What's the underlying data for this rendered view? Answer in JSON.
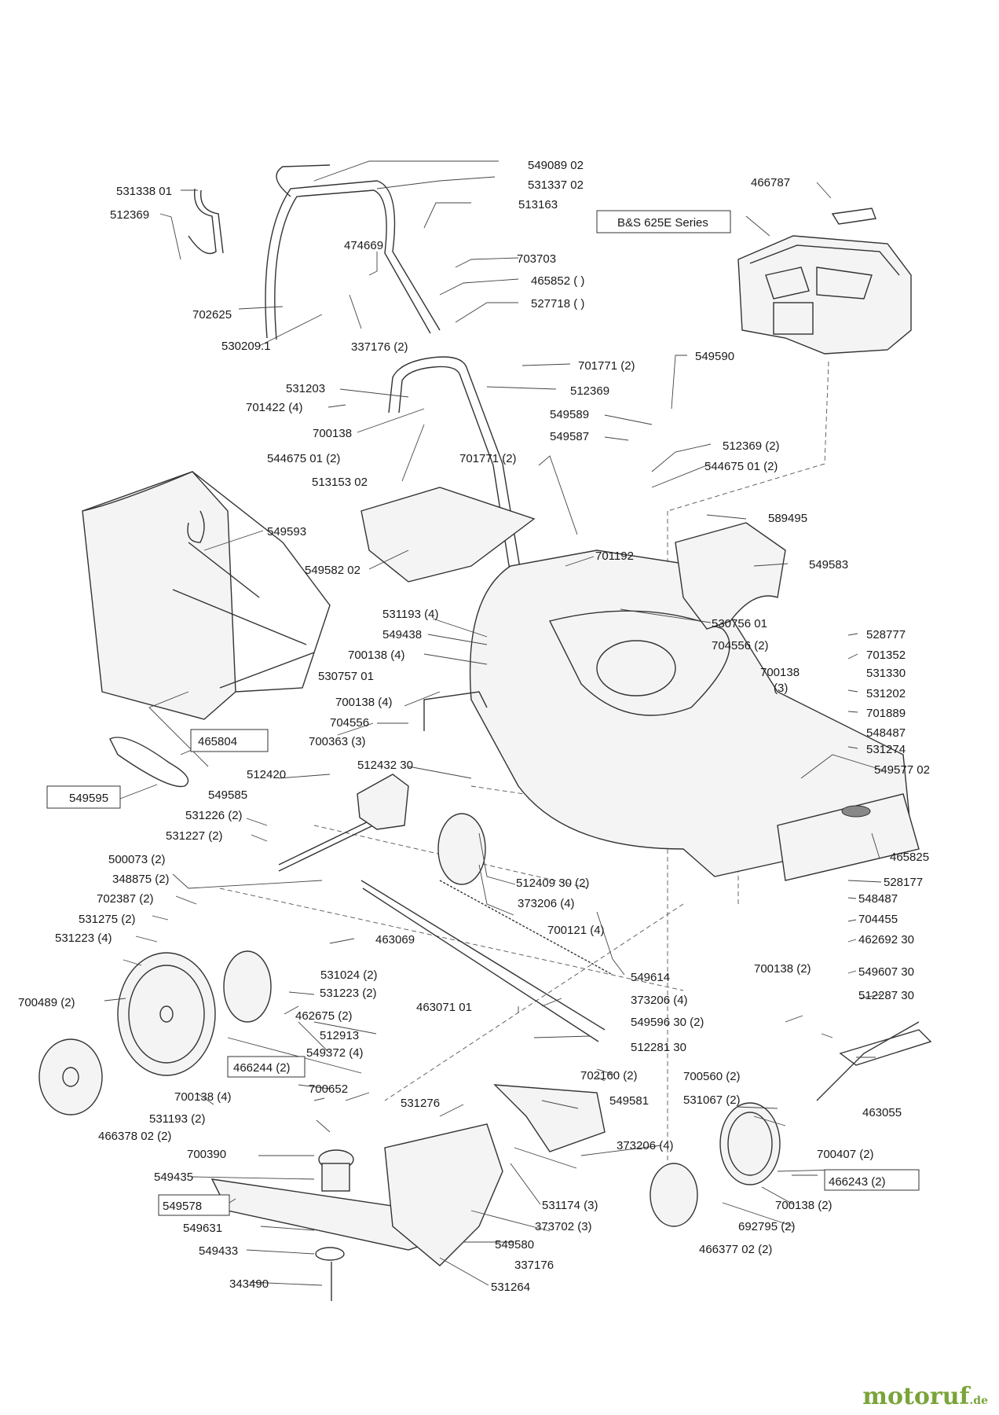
{
  "labels": [
    {
      "id": "l1",
      "text": "549089 02"
    },
    {
      "id": "l2",
      "text": "531337 02"
    },
    {
      "id": "l3",
      "text": "513163"
    },
    {
      "id": "l4",
      "text": "531338 01"
    },
    {
      "id": "l5",
      "text": "512369"
    },
    {
      "id": "l6",
      "text": "474669"
    },
    {
      "id": "l7",
      "text": "703703"
    },
    {
      "id": "l8",
      "text": "465852 (   )"
    },
    {
      "id": "l9",
      "text": "527718 (   )"
    },
    {
      "id": "l10",
      "text": "702625"
    },
    {
      "id": "l11",
      "text": "530209.1"
    },
    {
      "id": "l12",
      "text": "337176 (2)"
    },
    {
      "id": "l13",
      "text": "466787"
    },
    {
      "id": "l14",
      "text": "B&S 625E Series"
    },
    {
      "id": "l15",
      "text": "701771 (2)"
    },
    {
      "id": "l16",
      "text": "549590"
    },
    {
      "id": "l17",
      "text": "531203"
    },
    {
      "id": "l18",
      "text": "512369"
    },
    {
      "id": "l19",
      "text": "701422 (4)"
    },
    {
      "id": "l20",
      "text": "549589"
    },
    {
      "id": "l21",
      "text": "549587"
    },
    {
      "id": "l22",
      "text": "700138"
    },
    {
      "id": "l23",
      "text": "544675 01 (2)"
    },
    {
      "id": "l24",
      "text": "701771 (2)"
    },
    {
      "id": "l25",
      "text": "512369 (2)"
    },
    {
      "id": "l26",
      "text": "544675 01 (2)"
    },
    {
      "id": "l27",
      "text": "513153 02"
    },
    {
      "id": "l28",
      "text": "589495"
    },
    {
      "id": "l29",
      "text": "549593"
    },
    {
      "id": "l30",
      "text": "549582 02"
    },
    {
      "id": "l31",
      "text": "701192"
    },
    {
      "id": "l32",
      "text": "549583"
    },
    {
      "id": "l33",
      "text": "531193 (4)"
    },
    {
      "id": "l34",
      "text": "530756 01"
    },
    {
      "id": "l35",
      "text": "549438"
    },
    {
      "id": "l36",
      "text": "528777"
    },
    {
      "id": "l37",
      "text": "704556 (2)"
    },
    {
      "id": "l38",
      "text": "700138 (4)"
    },
    {
      "id": "l39",
      "text": "701352"
    },
    {
      "id": "l40",
      "text": "530757 01"
    },
    {
      "id": "l41",
      "text": "700138"
    },
    {
      "id": "l42",
      "text": "531330"
    },
    {
      "id": "l43",
      "text": "(3)"
    },
    {
      "id": "l44",
      "text": "700138 (4)"
    },
    {
      "id": "l45",
      "text": "531202"
    },
    {
      "id": "l46",
      "text": "704556"
    },
    {
      "id": "l47",
      "text": "701889"
    },
    {
      "id": "l48",
      "text": "700363 (3)"
    },
    {
      "id": "l49",
      "text": "548487"
    },
    {
      "id": "l50",
      "text": "465804"
    },
    {
      "id": "l51",
      "text": "531274"
    },
    {
      "id": "l52",
      "text": "512420"
    },
    {
      "id": "l53",
      "text": "512432 30"
    },
    {
      "id": "l54",
      "text": "549577 02"
    },
    {
      "id": "l55",
      "text": "549595"
    },
    {
      "id": "l56",
      "text": "549585"
    },
    {
      "id": "l57",
      "text": "531226 (2)"
    },
    {
      "id": "l58",
      "text": "531227 (2)"
    },
    {
      "id": "l59",
      "text": "465825"
    },
    {
      "id": "l60",
      "text": "500073 (2)"
    },
    {
      "id": "l61",
      "text": "512409 30 (2)"
    },
    {
      "id": "l62",
      "text": "528177"
    },
    {
      "id": "l63",
      "text": "348875 (2)"
    },
    {
      "id": "l64",
      "text": "373206 (4)"
    },
    {
      "id": "l65",
      "text": "548487"
    },
    {
      "id": "l66",
      "text": "702387 (2)"
    },
    {
      "id": "l67",
      "text": "704455"
    },
    {
      "id": "l68",
      "text": "531275 (2)"
    },
    {
      "id": "l69",
      "text": "700121 (4)"
    },
    {
      "id": "l70",
      "text": "462692 30"
    },
    {
      "id": "l71",
      "text": "531223 (4)"
    },
    {
      "id": "l72",
      "text": "463069"
    },
    {
      "id": "l73",
      "text": "700138 (2)"
    },
    {
      "id": "l74",
      "text": "549607 30"
    },
    {
      "id": "l75",
      "text": "531024 (2)"
    },
    {
      "id": "l76",
      "text": "549614"
    },
    {
      "id": "l77",
      "text": "531223 (2)"
    },
    {
      "id": "l78",
      "text": "512287 30"
    },
    {
      "id": "l79",
      "text": "700489 (2)"
    },
    {
      "id": "l80",
      "text": "463071 01"
    },
    {
      "id": "l81",
      "text": "373206 (4)"
    },
    {
      "id": "l82",
      "text": "462675 (2)"
    },
    {
      "id": "l83",
      "text": "549596 30 (2)"
    },
    {
      "id": "l84",
      "text": "512913"
    },
    {
      "id": "l85",
      "text": "512281 30"
    },
    {
      "id": "l86",
      "text": "549372 (4)"
    },
    {
      "id": "l87",
      "text": "466244 (2)"
    },
    {
      "id": "l88",
      "text": "702160 (2)"
    },
    {
      "id": "l89",
      "text": "700560 (2)"
    },
    {
      "id": "l90",
      "text": "700652"
    },
    {
      "id": "l91",
      "text": "531067 (2)"
    },
    {
      "id": "l92",
      "text": "700138 (4)"
    },
    {
      "id": "l93",
      "text": "531276"
    },
    {
      "id": "l94",
      "text": "549581"
    },
    {
      "id": "l95",
      "text": "463055"
    },
    {
      "id": "l96",
      "text": "531193 (2)"
    },
    {
      "id": "l97",
      "text": "466378 02 (2)"
    },
    {
      "id": "l98",
      "text": "373206 (4)"
    },
    {
      "id": "l99",
      "text": "700390"
    },
    {
      "id": "l100",
      "text": "700407 (2)"
    },
    {
      "id": "l101",
      "text": "549435"
    },
    {
      "id": "l102",
      "text": "466243 (2)"
    },
    {
      "id": "l103",
      "text": "549578"
    },
    {
      "id": "l104",
      "text": "531174 (3)"
    },
    {
      "id": "l105",
      "text": "700138 (2)"
    },
    {
      "id": "l106",
      "text": "373702 (3)"
    },
    {
      "id": "l107",
      "text": "692795 (2)"
    },
    {
      "id": "l108",
      "text": "549631"
    },
    {
      "id": "l109",
      "text": "466377 02 (2)"
    },
    {
      "id": "l110",
      "text": "549580"
    },
    {
      "id": "l111",
      "text": "549433"
    },
    {
      "id": "l112",
      "text": "337176"
    },
    {
      "id": "l113",
      "text": "343490"
    },
    {
      "id": "l114",
      "text": "531264"
    }
  ],
  "watermark": {
    "name": "motoruf",
    "tld": ".de"
  }
}
